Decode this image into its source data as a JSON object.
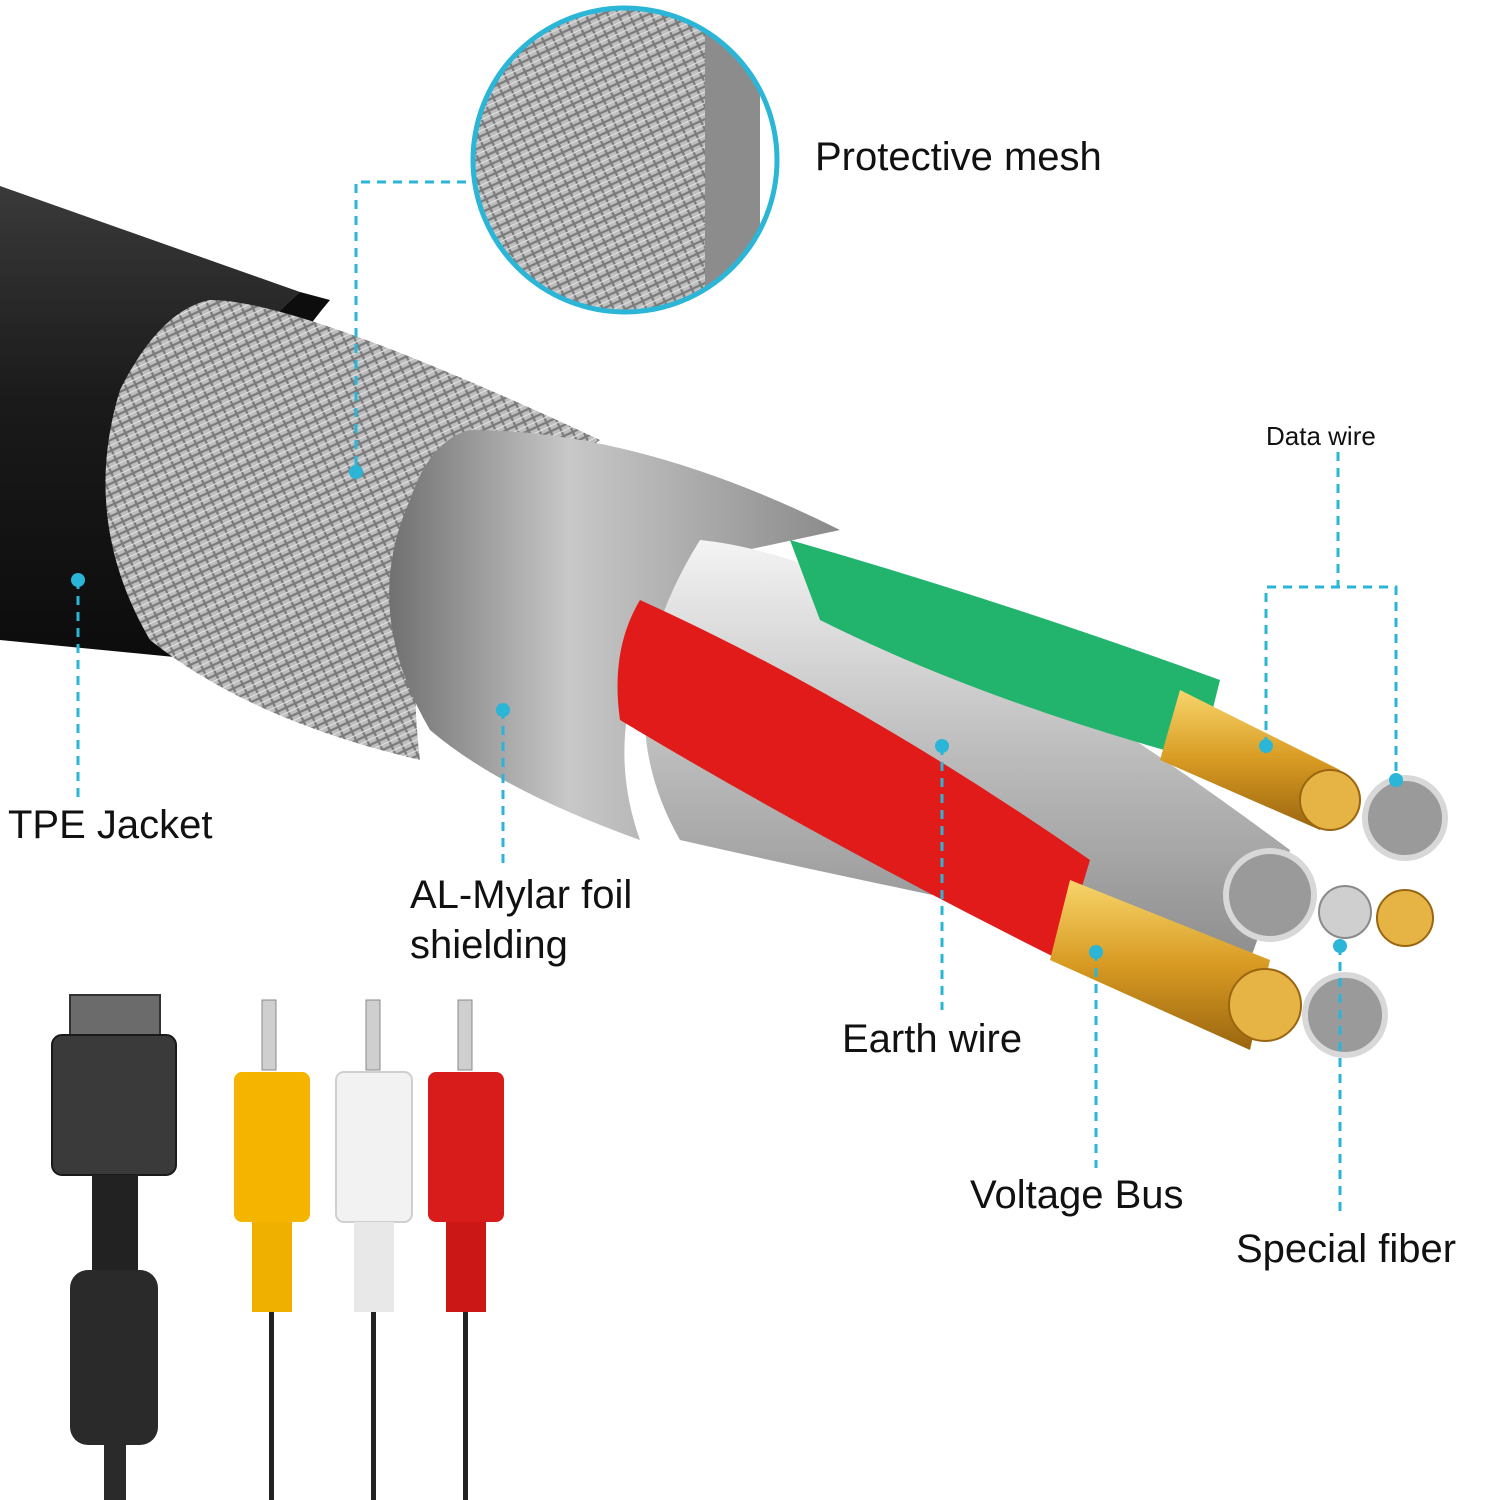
{
  "labels": {
    "protective_mesh": "Protective mesh",
    "tpe_jacket": "TPE Jacket",
    "al_mylar_line1": "AL-Mylar foil",
    "al_mylar_line2": "shielding",
    "data_wire": "Data wire",
    "earth_wire": "Earth wire",
    "voltage_bus": "Voltage Bus",
    "special_fiber": "Special fiber"
  },
  "colors": {
    "leader_line": "#2bb5d6",
    "jacket": "#1c1c1c",
    "mesh": "#b8b8b8",
    "foil": "#9a9a9a",
    "green_wire": "#1fb36a",
    "red_wire": "#e01414",
    "copper": "#e0a92c",
    "silver": "#d4d4d4",
    "rca_yellow": "#f5b400",
    "rca_white": "#f2f2f2",
    "rca_red": "#d81c1c"
  }
}
